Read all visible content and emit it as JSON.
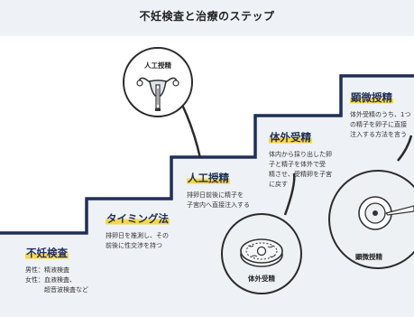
{
  "page": {
    "title": "不妊検査と治療のステップ"
  },
  "steps": [
    {
      "id": "infertility-test",
      "title": "不妊検査",
      "description": "男性：精液検査\n女性：血液検査、\n　　　超音波検査など"
    },
    {
      "id": "timing",
      "title": "タイミング法",
      "description": "排卵日を推測し、その\n前後に性交渉を持つ"
    },
    {
      "id": "ai",
      "title": "人工授精",
      "description": "排卵日前後に精子を\n子宮内へ直接注入する"
    },
    {
      "id": "ivf",
      "title": "体外受精",
      "description": "体内から採り出した卵\n子と精子を体外で受\n精させ、受精卵を子宮\nに戻す"
    },
    {
      "id": "icsi",
      "title": "顕微授精",
      "description": "体外受精のうち、1つ\nの精子を卵子に直接\n注入する方法を言う"
    }
  ],
  "illustrations": [
    {
      "id": "ai",
      "label": "人工授精",
      "icon": "uterus-syringe-icon"
    },
    {
      "id": "ivf",
      "label": "体外受精",
      "icon": "petri-dish-icon"
    },
    {
      "id": "icsi",
      "label": "顕微授精",
      "icon": "micro-injection-icon"
    }
  ],
  "colors": {
    "stair_fill": "#eef1f5",
    "stair_edge": "#1f2f56",
    "highlight": "#f7d64a",
    "header_band": "#eef2f6"
  }
}
